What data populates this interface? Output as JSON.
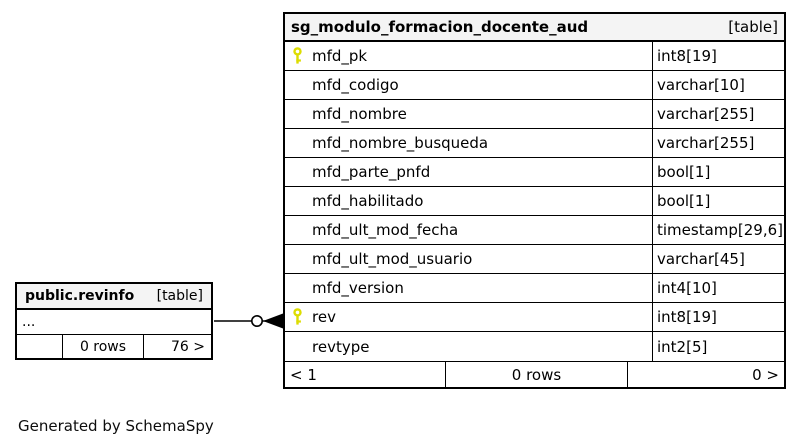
{
  "page": {
    "caption": "Generated by SchemaSpy"
  },
  "colors": {
    "border": "#000000",
    "header_bg": "#f4f4f4",
    "key_icon": "#dddd00",
    "text": "#000000",
    "background": "#ffffff"
  },
  "main_table": {
    "title": "sg_modulo_formacion_docente_aud",
    "badge": "[table]",
    "columns": [
      {
        "name": "mfd_pk",
        "type": "int8[19]",
        "key": true
      },
      {
        "name": "mfd_codigo",
        "type": "varchar[10]",
        "key": false
      },
      {
        "name": "mfd_nombre",
        "type": "varchar[255]",
        "key": false
      },
      {
        "name": "mfd_nombre_busqueda",
        "type": "varchar[255]",
        "key": false
      },
      {
        "name": "mfd_parte_pnfd",
        "type": "bool[1]",
        "key": false
      },
      {
        "name": "mfd_habilitado",
        "type": "bool[1]",
        "key": false
      },
      {
        "name": "mfd_ult_mod_fecha",
        "type": "timestamp[29,6]",
        "key": false
      },
      {
        "name": "mfd_ult_mod_usuario",
        "type": "varchar[45]",
        "key": false
      },
      {
        "name": "mfd_version",
        "type": "int4[10]",
        "key": false
      },
      {
        "name": "rev",
        "type": "int8[19]",
        "key": true
      },
      {
        "name": "revtype",
        "type": "int2[5]",
        "key": false
      }
    ],
    "footer": {
      "left": "< 1",
      "center": "0 rows",
      "right": "0 >"
    }
  },
  "related_table": {
    "title": "public.revinfo",
    "badge": "[table]",
    "ellipsis": "...",
    "footer": {
      "left": "",
      "center": "0 rows",
      "right": "76 >"
    }
  }
}
